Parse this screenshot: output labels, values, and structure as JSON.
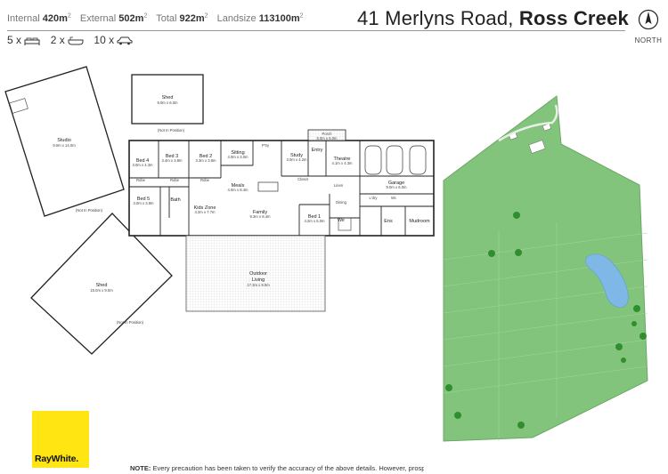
{
  "header": {
    "stats": [
      {
        "label": "Internal",
        "value": "420m",
        "unit_sup": "2"
      },
      {
        "label": "External",
        "value": "502m",
        "unit_sup": "2"
      },
      {
        "label": "Total",
        "value": "922m",
        "unit_sup": "2"
      },
      {
        "label": "Landsize",
        "value": "113100m",
        "unit_sup": "2"
      }
    ],
    "address_street": "41 Merlyns Road,",
    "address_suburb": "Ross Creek",
    "north_label": "NORTH"
  },
  "features": [
    {
      "count": "5 x",
      "icon": "bed-icon"
    },
    {
      "count": "2 x",
      "icon": "bath-icon"
    },
    {
      "count": "10 x",
      "icon": "car-icon"
    }
  ],
  "rooms": {
    "shed_top": {
      "name": "Shed",
      "dims": "9.0m x 6.0m"
    },
    "studio": {
      "name": "Studio",
      "dims": "9.0m x 14.0m"
    },
    "studio_note": "(Not In Position)",
    "shed_top_note": "(Not In Position)",
    "shed_bottom": {
      "name": "Shed",
      "dims": "15.0m x 9.0m"
    },
    "shed_bottom_note": "(Not In Position)",
    "bed4": {
      "name": "Bed 4",
      "dims": "3.0m x 4.3m"
    },
    "bed3": {
      "name": "Bed 3",
      "dims": "3.4m x 3.8m"
    },
    "bed2": {
      "name": "Bed 2",
      "dims": "3.3m x 3.8m"
    },
    "sitting": {
      "name": "Sitting",
      "dims": "4.0m x 3.0m"
    },
    "study": {
      "name": "Study",
      "dims": "3.0m x 4.2m"
    },
    "porch": {
      "name": "Porch",
      "dims": "5.0m x 6.0m"
    },
    "entry": {
      "name": "Entry"
    },
    "theatre": {
      "name": "Theatre",
      "dims": "4.1m x 4.3m"
    },
    "garage": {
      "name": "Garage",
      "dims": "9.0m x 6.0m"
    },
    "pantry": {
      "name": "P'try"
    },
    "robe1": {
      "name": "Robe"
    },
    "robe2": {
      "name": "Robe"
    },
    "robe3": {
      "name": "Robe"
    },
    "linen": {
      "name": "Linen"
    },
    "closet": {
      "name": "Closet"
    },
    "meals": {
      "name": "Meals",
      "dims": "4.0m x 8.4m"
    },
    "bed5": {
      "name": "Bed 5",
      "dims": "3.0m x 3.9m"
    },
    "bath": {
      "name": "Bath"
    },
    "kids_zone": {
      "name": "Kids  Zone",
      "dims": "4.2m x 7.7m"
    },
    "family": {
      "name": "Family",
      "dims": "9.3m x 8.4m"
    },
    "bed1": {
      "name": "Bed 1",
      "dims": "4.2m x 5.0m"
    },
    "wir": {
      "name": "Wir"
    },
    "dining": {
      "name": "Dining"
    },
    "ldry": {
      "name": "L'dry"
    },
    "wc": {
      "name": "Wc"
    },
    "ens": {
      "name": "Ens"
    },
    "mudroom": {
      "name": "Mudroom"
    },
    "outdoor_living": {
      "name": "Outdoor",
      "name2": "Living",
      "dims": "17.3m x 9.0m"
    }
  },
  "colors": {
    "land": "#82C47C",
    "dam": "#7FB7E6",
    "brand_yellow": "#FFE512"
  },
  "brand": {
    "logo_text": "RayWhite."
  },
  "note": {
    "label": "NOTE:",
    "text": "Every precaution has been taken to verify the accuracy of the above details. However, prospective p"
  }
}
